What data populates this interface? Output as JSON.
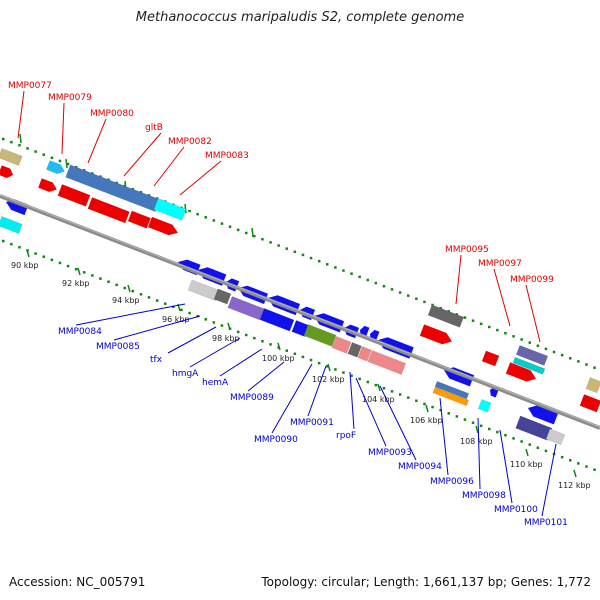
{
  "title": "Methanococcus maripaludis S2, complete genome",
  "footer": {
    "accession": "Accession: NC_005791",
    "summary": "Topology: circular; Length: 1,661,137 bp; Genes: 1,772"
  },
  "colors": {
    "backbone": "#8a8a8a",
    "label_top": "#dd0000",
    "label_bottom": "#0000cc",
    "tick": "#118811"
  },
  "ticks": [
    "90 kbp",
    "92 kbp",
    "94 kbp",
    "96 kbp",
    "98 kbp",
    "100 kbp",
    "102 kbp",
    "104 kbp",
    "106 kbp",
    "108 kbp",
    "110 kbp",
    "112 kbp"
  ],
  "top_labels": [
    "MMP0077",
    "MMP0079",
    "MMP0080",
    "gltB",
    "MMP0082",
    "MMP0083",
    "MMP0095",
    "MMP0097",
    "MMP0099"
  ],
  "bottom_labels": [
    "MMP0084",
    "MMP0085",
    "tfx",
    "hmgA",
    "hemA",
    "MMP0089",
    "MMP0090",
    "MMP0091",
    "rpoF",
    "MMP0093",
    "MMP0094",
    "MMP0096",
    "MMP0098",
    "MMP0100",
    "MMP0101"
  ]
}
